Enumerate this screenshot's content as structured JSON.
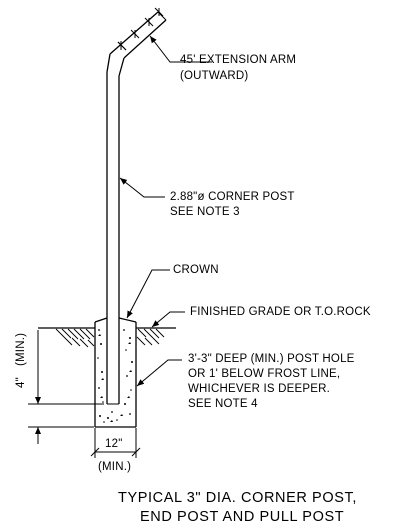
{
  "annotations": {
    "extension_arm": [
      "45' EXTENSION ARM",
      "(OUTWARD)"
    ],
    "corner_post": [
      "2.88\"ø CORNER POST",
      "SEE NOTE 3"
    ],
    "crown": "CROWN",
    "finished_grade": "FINISHED GRADE OR T.O.ROCK",
    "post_hole": [
      "3'-3\" DEEP (MIN.) POST HOLE",
      "OR 1' BELOW FROST LINE,",
      "WHICHEVER IS DEEPER.",
      "SEE NOTE 4"
    ]
  },
  "dimensions": {
    "depth": {
      "value": "4\"",
      "qualifier": "(MIN.)"
    },
    "width": {
      "value": "12\"",
      "qualifier": "(MIN.)"
    }
  },
  "title": [
    "TYPICAL 3\" DIA. CORNER POST,",
    "END POST AND PULL POST"
  ]
}
